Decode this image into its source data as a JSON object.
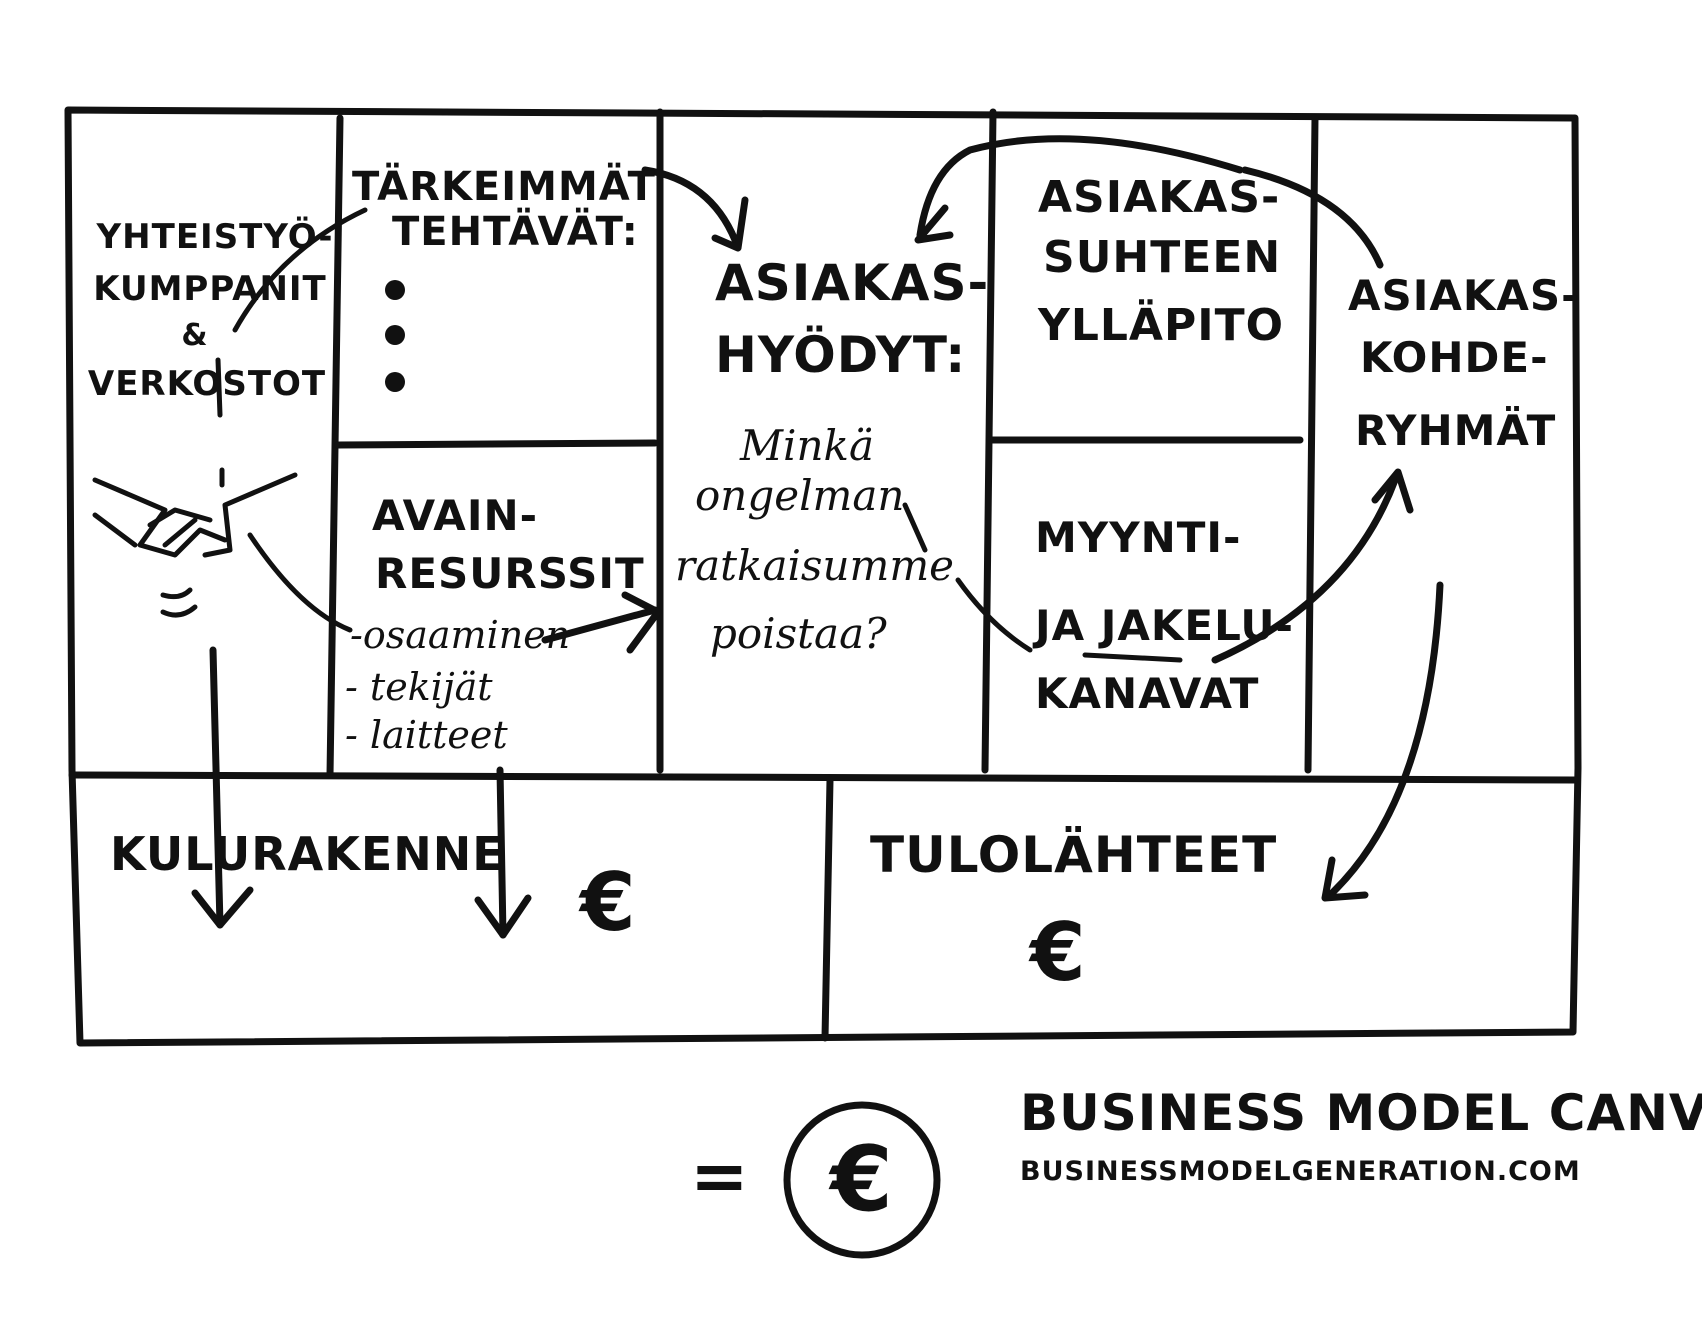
{
  "blocks": {
    "partners": [
      "YHTEISTYÖ-",
      "KUMPPANIT",
      "&",
      "VERKOSTOT"
    ],
    "activities": [
      "TÄRKEIMMÄT",
      "TEHTÄVÄT:"
    ],
    "resources": [
      "AVAIN-",
      "RESURSSIT"
    ],
    "resources_items": [
      "-osaaminen",
      "- tekijät",
      "- laitteet"
    ],
    "value": [
      "ASIAKAS-",
      "HYÖDYT:"
    ],
    "value_question": [
      "Minkä",
      "ongelman",
      "ratkaisumme",
      "poistaa?"
    ],
    "relationships": [
      "ASIAKAS-",
      "SUHTEEN",
      "YLLÄPITO"
    ],
    "channels": [
      "MYYNTI-",
      "JA JAKELU-",
      "KANAVAT"
    ],
    "segments": [
      "ASIAKAS-",
      "KOHDE-",
      "RYHMÄT"
    ],
    "costs": "KULURAKENNE",
    "revenue": "TULOLÄHTEET"
  },
  "currency_symbol": "€",
  "equals_sign": "=",
  "footer": {
    "title": "BUSINESS MODEL CANVAS",
    "url": "BUSINESSMODELGENERATION.COM"
  },
  "icons": [
    "handshake-icon",
    "bullet-icon",
    "euro-icon",
    "euro-circle-icon"
  ]
}
